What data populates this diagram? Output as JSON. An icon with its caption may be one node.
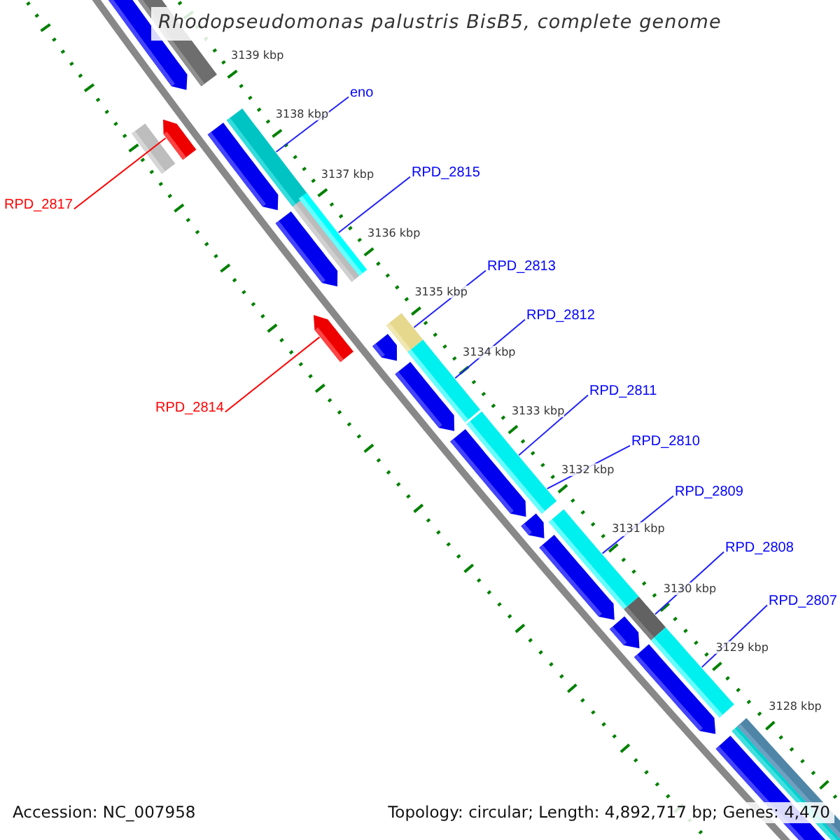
{
  "diagram": {
    "title": "Rhodopseudomonas palustris BisB5, complete genome",
    "nodes": [
      {
        "text": [
          "eno"
        ]
      },
      {
        "text": [
          "RPD_2815"
        ]
      },
      {
        "text": [
          "RPD_2817"
        ]
      },
      {
        "text": [
          "RPD_2813"
        ]
      },
      {
        "text": [
          "RPD_2812"
        ]
      },
      {
        "text": [
          "RPD_2811"
        ]
      },
      {
        "text": [
          "RPD_2814"
        ]
      },
      {
        "text": [
          "RPD_2810"
        ]
      },
      {
        "text": [
          "RPD_2809"
        ]
      },
      {
        "text": [
          "RPD_2808"
        ]
      },
      {
        "text": [
          "RPD_2807"
        ]
      },
      {
        "text": [],
        "shape": "bar"
      },
      {
        "text": [],
        "shape": "bar"
      },
      {
        "text": [],
        "shape": "bar"
      },
      {
        "text": [],
        "shape": "bar"
      },
      {
        "text": [],
        "shape": "bar"
      },
      {
        "text": [],
        "shape": "bar"
      },
      {
        "text": [],
        "shape": "bar"
      },
      {
        "text": [],
        "shape": "bar"
      },
      {
        "text": [],
        "shape": "bar"
      },
      {
        "text": [],
        "shape": "bar"
      }
    ],
    "edges": [
      {
        "from": 0,
        "to": 12,
        "arrow": "none"
      },
      {
        "from": 1,
        "to": 13,
        "arrow": "none"
      },
      {
        "from": 2,
        "to": 11,
        "arrow": "none",
        "color": "#ff0000"
      },
      {
        "from": 3,
        "to": 15,
        "arrow": "none"
      },
      {
        "from": 4,
        "to": 16,
        "arrow": "none"
      },
      {
        "from": 5,
        "to": 17,
        "arrow": "none"
      },
      {
        "from": 6,
        "to": 14,
        "arrow": "none",
        "color": "#ff0000"
      },
      {
        "from": 7,
        "to": 17,
        "arrow": "none"
      },
      {
        "from": 8,
        "to": 18,
        "arrow": "none"
      },
      {
        "from": 9,
        "to": 19,
        "arrow": "none"
      },
      {
        "from": 10,
        "to": 20,
        "arrow": "none"
      }
    ],
    "labels": [
      "3139 kbp",
      "3138 kbp",
      "3137 kbp",
      "3136 kbp",
      "3135 kbp",
      "3134 kbp",
      "3133 kbp",
      "3132 kbp",
      "3131 kbp",
      "3130 kbp",
      "3129 kbp",
      "3128 kbp",
      "Accession: NC_007958",
      "Topology: circular; Length: 4,892,717 bp; Genes: 4,470"
    ]
  }
}
